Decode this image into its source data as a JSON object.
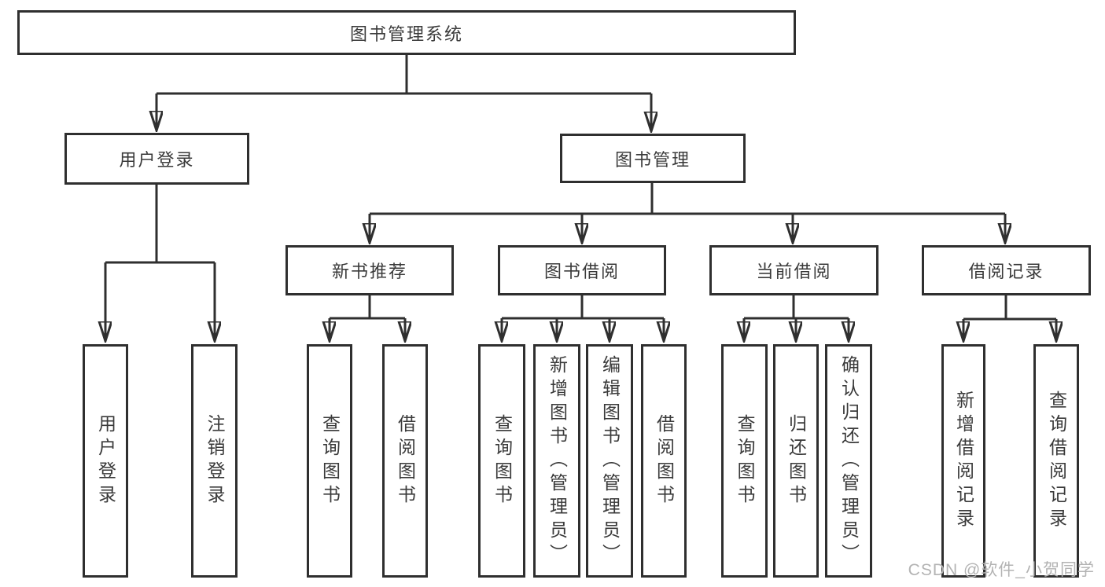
{
  "diagram": {
    "root": {
      "label": "图书管理系统"
    },
    "branches": [
      {
        "label": "用户登录",
        "children": [
          {
            "label": "用户登录"
          },
          {
            "label": "注销登录"
          }
        ]
      },
      {
        "label": "图书管理",
        "children": [
          {
            "label": "新书推荐",
            "children": [
              {
                "label": "查询图书"
              },
              {
                "label": "借阅图书"
              }
            ]
          },
          {
            "label": "图书借阅",
            "children": [
              {
                "label": "查询图书"
              },
              {
                "label": "新增图书（管理员）"
              },
              {
                "label": "编辑图书（管理员）"
              },
              {
                "label": "借阅图书"
              }
            ]
          },
          {
            "label": "当前借阅",
            "children": [
              {
                "label": "查询图书"
              },
              {
                "label": "归还图书"
              },
              {
                "label": "确认归还（管理员）"
              }
            ]
          },
          {
            "label": "借阅记录",
            "children": [
              {
                "label": "新增借阅记录"
              },
              {
                "label": "查询借阅记录"
              }
            ]
          }
        ]
      }
    ]
  },
  "watermark": {
    "text": "CSDN @软件_小贺同学"
  },
  "colors": {
    "line": "#2f2f2f",
    "text": "#3a3a3a",
    "watermark": "#b3b3b3",
    "bg": "#ffffff"
  }
}
